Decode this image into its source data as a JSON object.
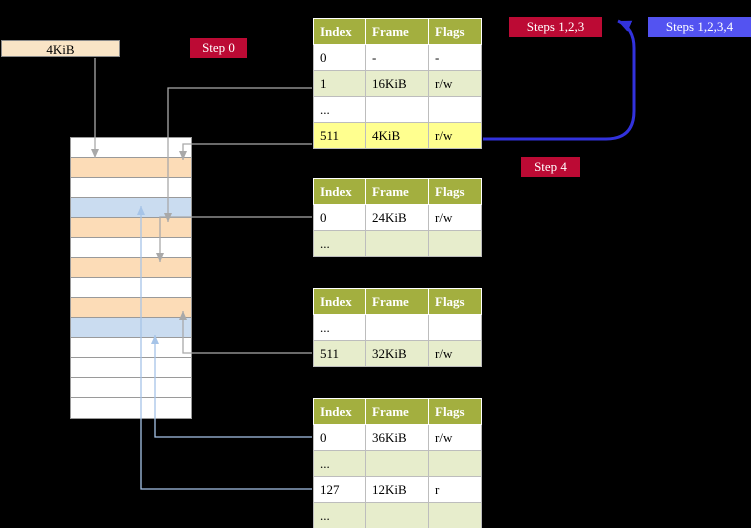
{
  "labels": {
    "cr3_frame": "4KiB",
    "step0": "Step 0",
    "steps123": "Steps 1,2,3",
    "steps1234": "Steps 1,2,3,4",
    "step4": "Step 4"
  },
  "tables": {
    "level4": {
      "headers": [
        "Index",
        "Frame",
        "Flags"
      ],
      "rows": [
        [
          "0",
          "-",
          "-"
        ],
        [
          "1",
          "16KiB",
          "r/w"
        ],
        [
          "...",
          "",
          ""
        ],
        [
          "511",
          "4KiB",
          "r/w"
        ]
      ],
      "highlighted_row": 3
    },
    "level3": {
      "headers": [
        "Index",
        "Frame",
        "Flags"
      ],
      "rows": [
        [
          "0",
          "24KiB",
          "r/w"
        ],
        [
          "...",
          "",
          ""
        ]
      ]
    },
    "level2": {
      "headers": [
        "Index",
        "Frame",
        "Flags"
      ],
      "rows": [
        [
          "...",
          "",
          ""
        ],
        [
          "511",
          "32KiB",
          "r/w"
        ]
      ]
    },
    "level1": {
      "headers": [
        "Index",
        "Frame",
        "Flags"
      ],
      "rows": [
        [
          "0",
          "36KiB",
          "r/w"
        ],
        [
          "...",
          "",
          ""
        ],
        [
          "127",
          "12KiB",
          "r"
        ],
        [
          "...",
          "",
          ""
        ]
      ]
    }
  },
  "memory": {
    "row_colors": [
      "plain",
      "page-table",
      "plain",
      "mapped",
      "page-table",
      "plain",
      "page-table",
      "plain",
      "page-table",
      "mapped",
      "plain",
      "plain",
      "plain",
      "plain"
    ]
  },
  "colors": {
    "crimson_badge": "#bc0a34",
    "blue_badge": "#5353f1",
    "table_header": "#a3af3f",
    "table_alt_row": "#e7edcc",
    "highlight": "#ffff8f",
    "frame_box": "#f9e4c6",
    "memory_page_table": "#fcdcb7",
    "memory_mapped": "#cadcf0",
    "arrow_gray": "#a9a9a9",
    "arrow_light_blue": "#a6c4e8",
    "arrow_blue": "#3232dd"
  },
  "arrows": [
    {
      "name": "cr3-to-l4-frame",
      "color": "gray"
    },
    {
      "name": "l4-entry1-to-16kib",
      "color": "gray"
    },
    {
      "name": "l4-entry511-to-4kib",
      "color": "gray"
    },
    {
      "name": "l3-entry0-to-24kib",
      "color": "gray"
    },
    {
      "name": "l2-entry511-to-32kib",
      "color": "gray"
    },
    {
      "name": "l1-entry0-to-36kib",
      "color": "light_blue"
    },
    {
      "name": "l1-entry127-to-12kib",
      "color": "light_blue"
    },
    {
      "name": "recursive-loop",
      "color": "blue"
    }
  ]
}
